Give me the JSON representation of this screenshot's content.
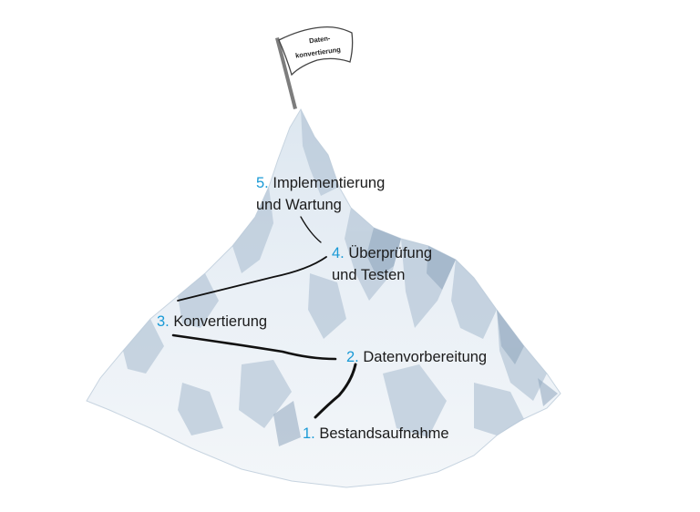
{
  "colors": {
    "accent": "#1a9ad6",
    "text": "#1b1b1b",
    "path_line": "#111111",
    "snow": "#eef3f8",
    "shadow": "#b8c8d8"
  },
  "flag": {
    "line1": "Daten-",
    "line2": "konvertierung"
  },
  "steps": [
    {
      "num": "1.",
      "line1": "Bestandsaufnahme",
      "line2": ""
    },
    {
      "num": "2.",
      "line1": "Datenvorbereitung",
      "line2": ""
    },
    {
      "num": "3.",
      "line1": "Konvertierung",
      "line2": ""
    },
    {
      "num": "4.",
      "line1": "Überprüfung",
      "line2": "und Testen"
    },
    {
      "num": "5.",
      "line1": "Implementierung",
      "line2": "und Wartung"
    }
  ]
}
